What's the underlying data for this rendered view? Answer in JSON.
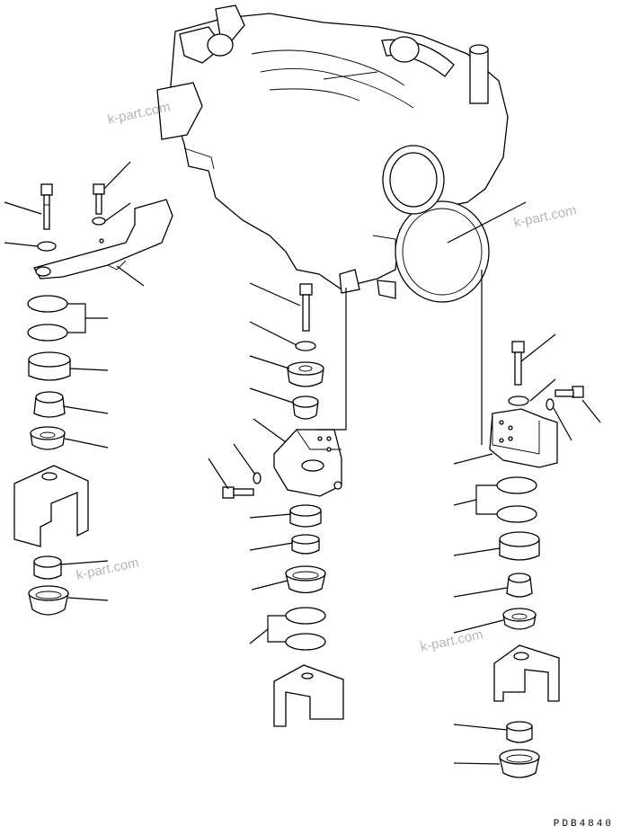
{
  "watermarks": [
    "k-part.com",
    "k-part.com",
    "k-part.com",
    "k-part.com"
  ],
  "drawing_code": "PDB4840",
  "icons": {
    "engine": "engine-assembly-icon",
    "bolt": "bolt-icon",
    "washer": "washer-icon",
    "cushion": "rubber-cushion-icon",
    "bracket": "mount-bracket-icon",
    "support": "frame-support-icon"
  }
}
